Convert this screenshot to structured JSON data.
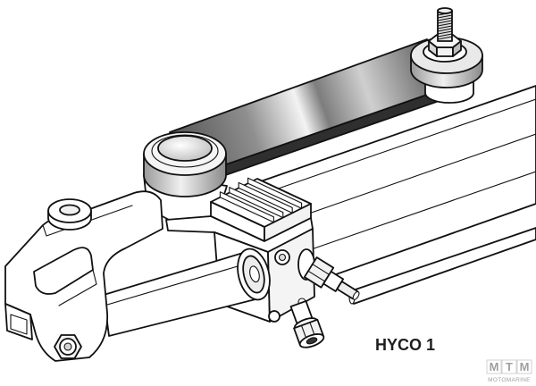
{
  "caption": {
    "model": "HYCO 1"
  },
  "watermark": {
    "letters": [
      "M",
      "T",
      "M"
    ],
    "tagline": "MOTOMARINE",
    "color": "#a0a0a0"
  },
  "colors": {
    "line": "#111111",
    "arm_metal": [
      "#4e4e4e",
      "#8f8f8f",
      "#f3f3f3",
      "#7d7d7d",
      "#cfcfcf",
      "#555555"
    ]
  }
}
